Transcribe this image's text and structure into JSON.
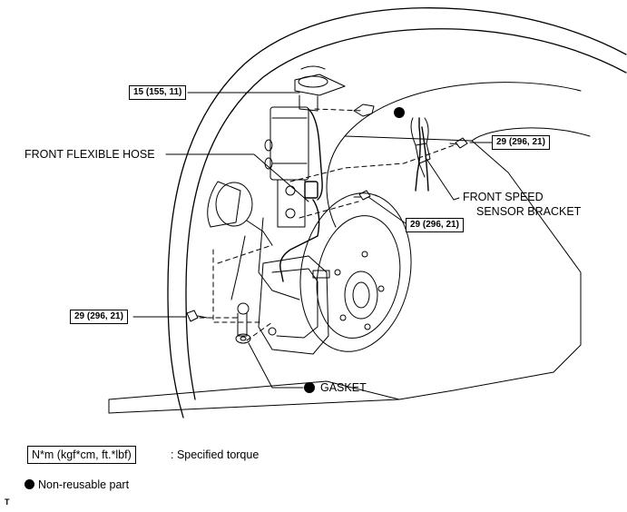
{
  "callouts": {
    "front_flexible_hose": "FRONT FLEXIBLE HOSE",
    "front_speed_sensor_bracket_line1": "FRONT SPEED",
    "front_speed_sensor_bracket_line2": "SENSOR BRACKET",
    "gasket": "GASKET"
  },
  "torques": {
    "top": "15 (155, 11)",
    "bracket_bolt": "29 (296, 21)",
    "hose_bolt": "29 (296, 21)",
    "caliper_bolt": "29 (296, 21)"
  },
  "legend": {
    "torque_units": "N*m (kgf*cm, ft.*lbf)",
    "torque_desc": ": Specified torque",
    "nonreusable_desc": "Non-reusable part"
  },
  "corner_mark": "T",
  "colors": {
    "line": "#000000",
    "background": "#ffffff"
  }
}
